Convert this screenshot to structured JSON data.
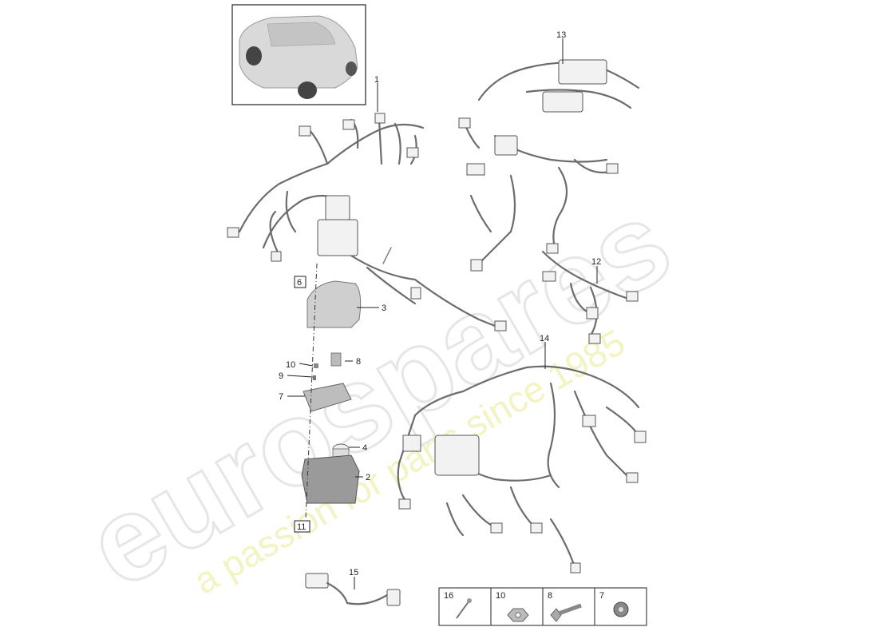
{
  "watermark": {
    "brand": "eurospares",
    "tagline": "a passion for parts since 1985"
  },
  "callouts": {
    "c1": "1",
    "c2": "2",
    "c3": "3",
    "c4": "4",
    "c6": "6",
    "c7": "7",
    "c8": "8",
    "c9": "9",
    "c10": "10",
    "c11": "11",
    "c12": "12",
    "c13": "13",
    "c14": "14",
    "c15": "15"
  },
  "hardware_legend": {
    "items": [
      "16",
      "10",
      "8",
      "7"
    ]
  }
}
